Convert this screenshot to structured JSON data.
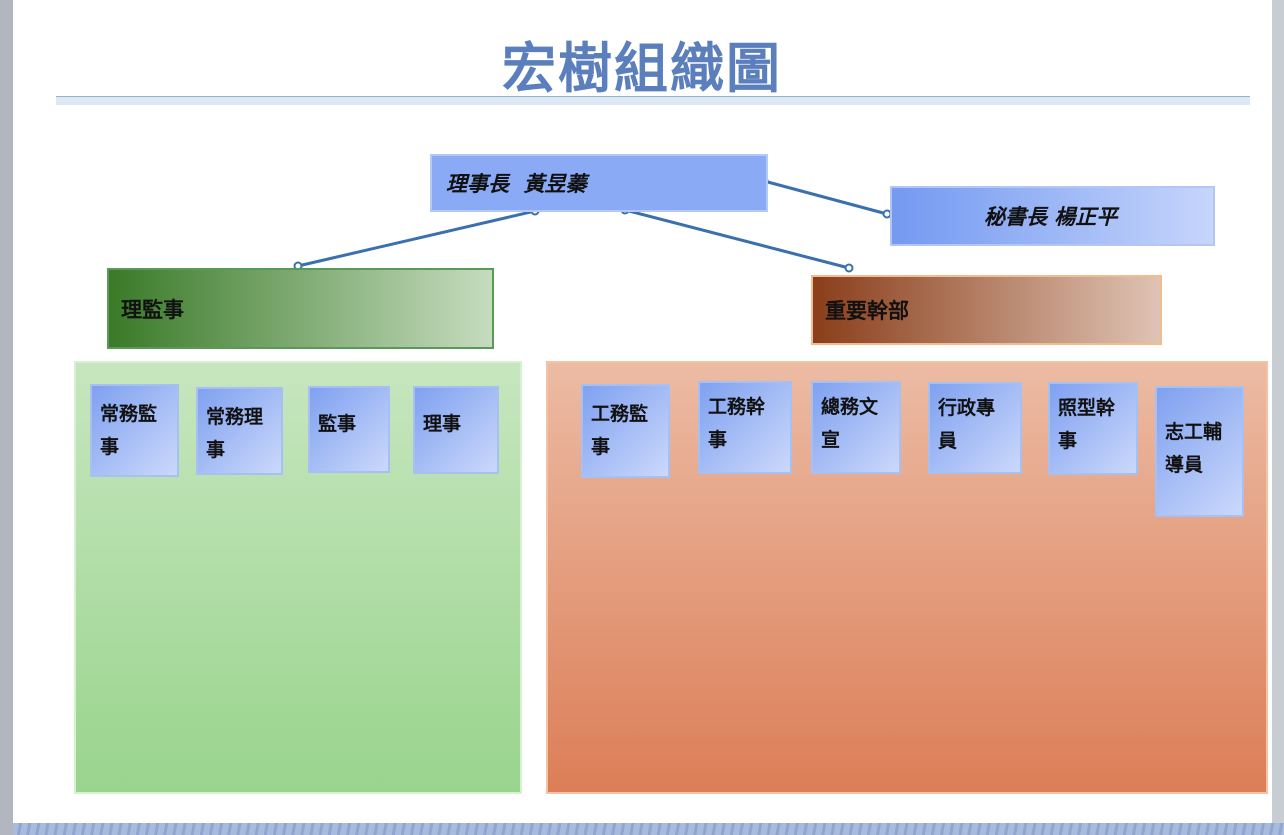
{
  "title": "宏樹組織圖",
  "chairman": "理事長  黃昱蓁",
  "secretary_general": "秘書長 楊正平",
  "board_group": {
    "label": "理監事",
    "members": [
      "常務監事",
      "常務理事",
      "監事",
      "理事"
    ]
  },
  "cadre_group": {
    "label": "重要幹部",
    "members": [
      "工務監事",
      "工務幹事",
      "總務文宣",
      "行政專員",
      "照型幹事",
      "志工輔導員"
    ]
  }
}
